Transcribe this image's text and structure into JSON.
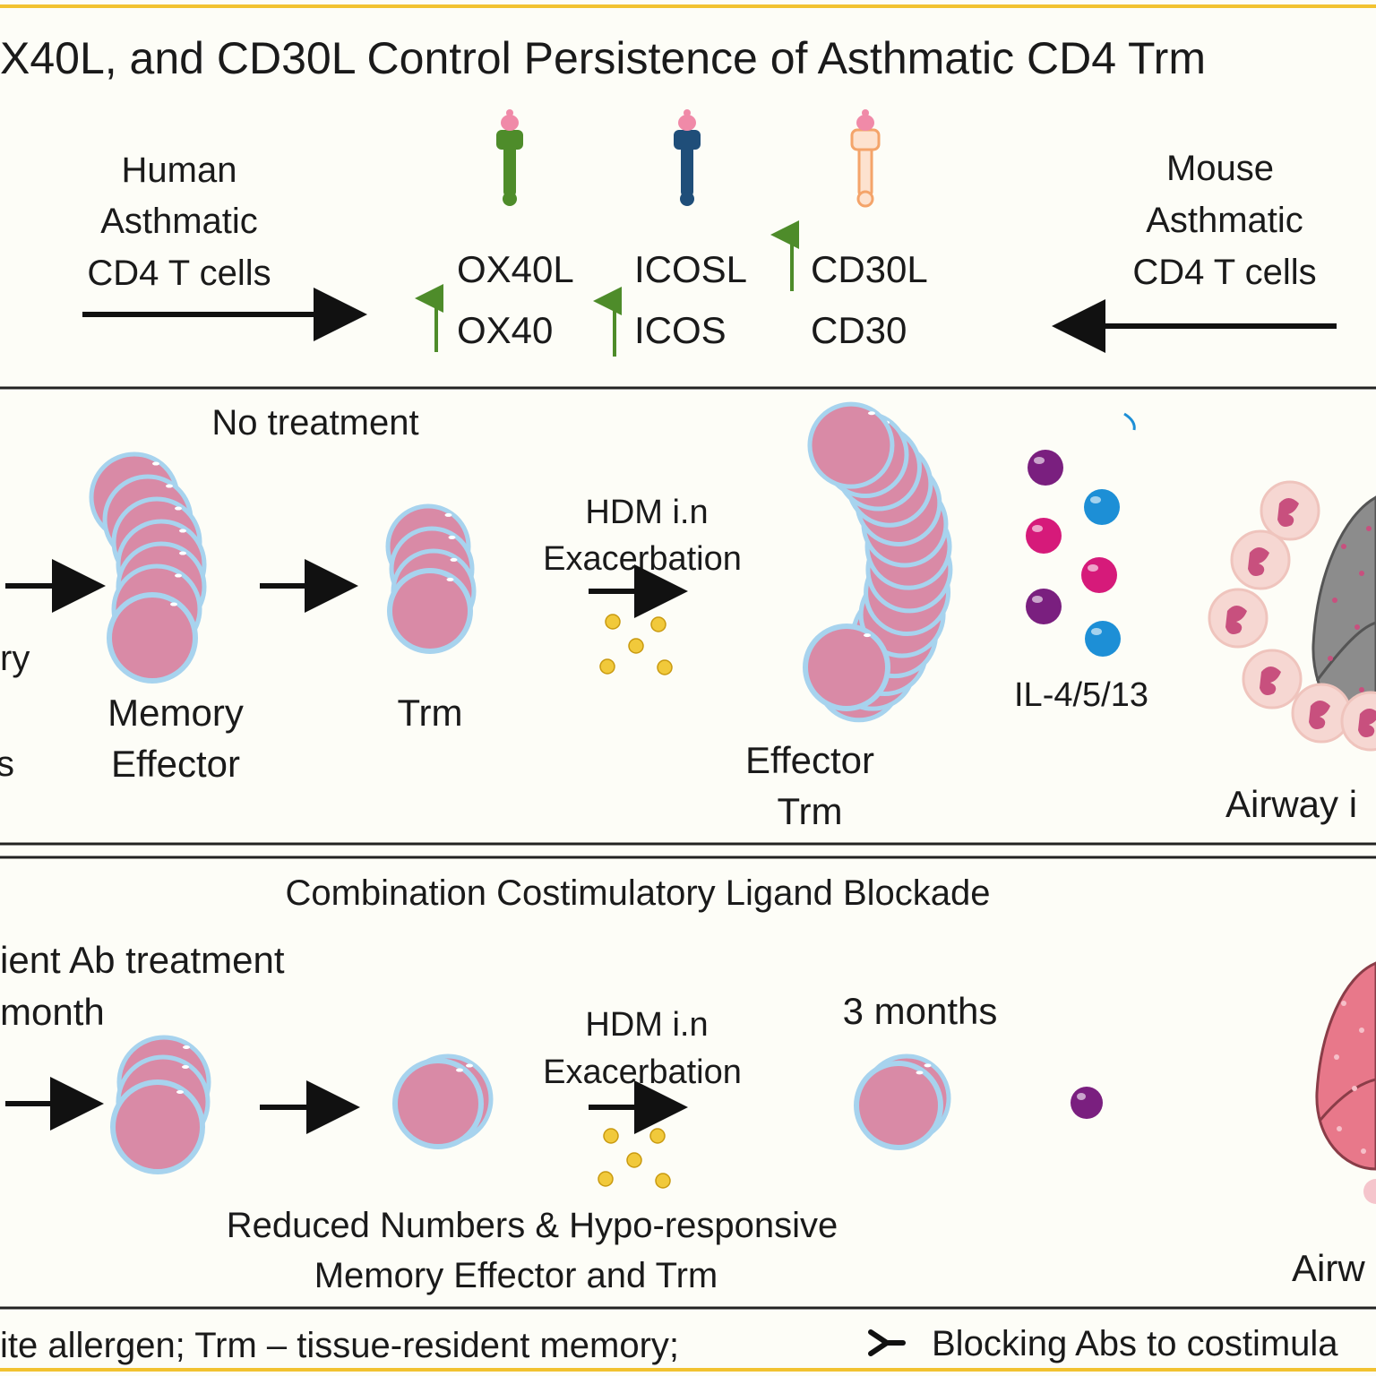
{
  "title": "X40L, and CD30L Control Persistence of Asthmatic CD4 Trm",
  "top": {
    "human_lines": [
      "Human",
      "Asthmatic",
      "CD4 T cells"
    ],
    "mouse_lines": [
      "Mouse",
      "Asthmatic",
      "CD4 T cells"
    ],
    "pairs": [
      {
        "ligand": "OX40L",
        "receptor": "OX40",
        "upregulated": "receptor",
        "color": "#4e8c2a"
      },
      {
        "ligand": "ICOSL",
        "receptor": "ICOS",
        "upregulated": "receptor",
        "color": "#1f4e79"
      },
      {
        "ligand": "CD30L",
        "receptor": "CD30",
        "upregulated": "ligand",
        "color": "#f4a46a"
      }
    ],
    "arrow_color": "#4e8c2a"
  },
  "middle": {
    "heading": "No treatment",
    "left_partial": [
      "ry",
      "s"
    ],
    "memory_effector": [
      "Memory",
      "Effector"
    ],
    "trm": "Trm",
    "hdm": [
      "HDM i.n",
      "Exacerbation"
    ],
    "effector_trm": [
      "Effector",
      "Trm"
    ],
    "cytokines": "IL-4/5/13",
    "airway": "Airway i"
  },
  "bottom": {
    "heading": "Combination Costimulatory Ligand Blockade",
    "treatment": [
      "ient Ab treatment",
      "month"
    ],
    "hdm": [
      "HDM i.n",
      "Exacerbation"
    ],
    "months": "3 months",
    "caption": [
      "Reduced Numbers & Hypo-responsive",
      "Memory Effector and Trm"
    ],
    "airway": "Airw"
  },
  "footer": {
    "left": "ite allergen;  Trm – tissue-resident memory;",
    "right": "Blocking Abs to costimula"
  },
  "colors": {
    "border": "#f2c230",
    "cell_fill": "#d98aa6",
    "cell_ring": "#a7d3ee",
    "allergen": "#f1c93b",
    "cytokine_purple": "#7a1f7f",
    "cytokine_pink": "#d61a7a",
    "cytokine_blue": "#1d8fd6",
    "lung_grey": "#8c8c8c",
    "lung_pink": "#e8788a"
  }
}
